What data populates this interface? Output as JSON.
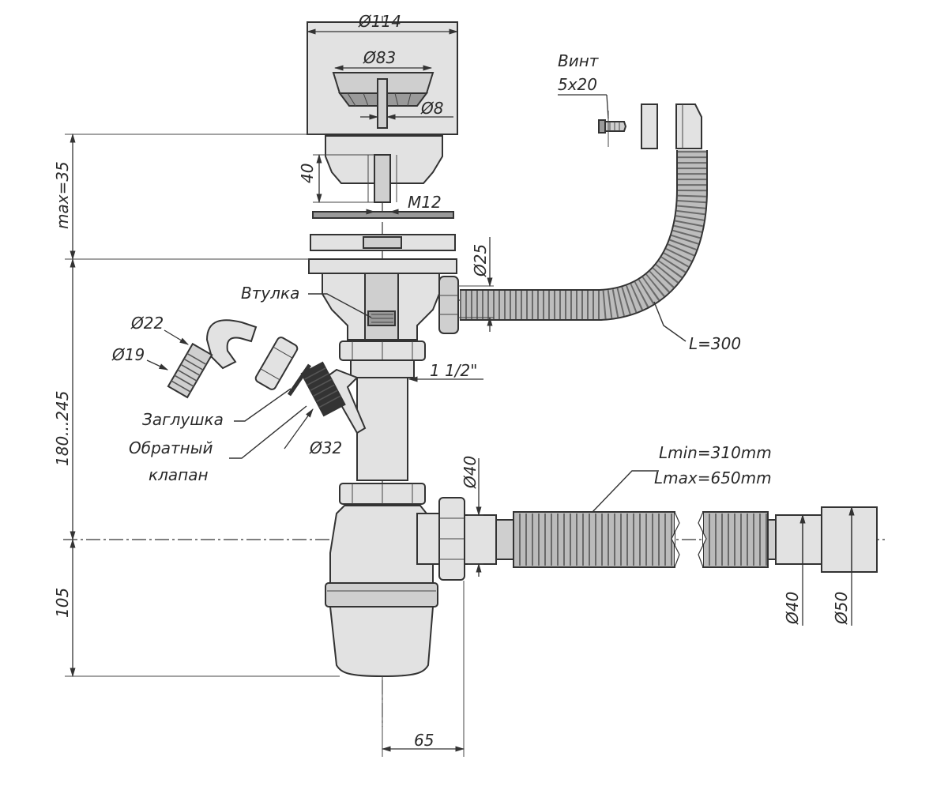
{
  "labels": {
    "d114": "Ø114",
    "d83": "Ø83",
    "d8": "Ø8",
    "screw_line1": "Винт",
    "screw_line2": "5x20",
    "h40": "40",
    "m12": "M12",
    "max35": "max=35",
    "d25": "Ø25",
    "sleeve": "Втулка",
    "l300": "L=300",
    "d22": "Ø22",
    "d19": "Ø19",
    "thread": "1 1/2\"",
    "plug": "Заглушка",
    "check_valve_line1": "Обратный",
    "check_valve_line2": "клапан",
    "d32": "Ø32",
    "range180": "180...245",
    "d40_vert": "Ø40",
    "lmin": "Lmin=310mm",
    "lmax": "Lmax=650mm",
    "h105": "105",
    "d40": "Ø40",
    "d50": "Ø50",
    "w65": "65"
  },
  "colors": {
    "line": "#333333",
    "fill": "#cfcfcf",
    "fill_light": "#e2e2e2",
    "fill_dark": "#9a9a9a"
  }
}
